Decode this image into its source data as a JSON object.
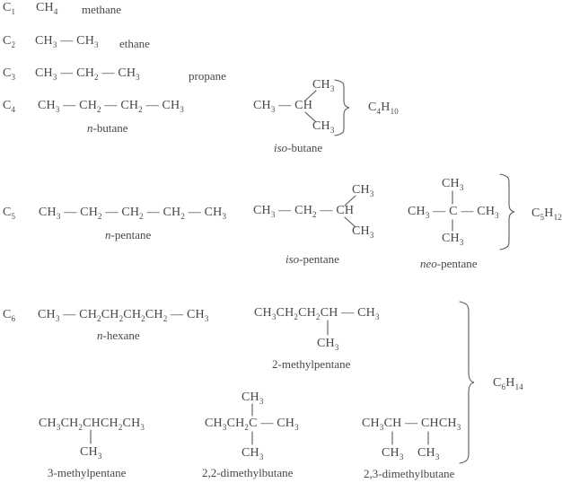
{
  "colors": {
    "text": "#474747",
    "bond": "#5a5a5a"
  },
  "rows": {
    "c1": {
      "index": "C1",
      "formula": "CH4",
      "name": "methane"
    },
    "c2": {
      "index": "C2",
      "formula": "CH3 — CH3",
      "name": "ethane"
    },
    "c3": {
      "index": "C3",
      "formula": "CH3 — CH2 — CH3",
      "name": "propane"
    },
    "c4": {
      "index": "C4",
      "group_formula": "C4H10",
      "n": {
        "formula": "CH3 — CH2 — CH2 — CH3",
        "name_prefix": "n",
        "name_rest": "-butane"
      },
      "iso": {
        "chain": "CH3 — CH",
        "branch_up": "CH3",
        "branch_down": "CH3",
        "name_prefix": "iso",
        "name_rest": "-butane"
      }
    },
    "c5": {
      "index": "C5",
      "group_formula": "C5H12",
      "n": {
        "formula": "CH3 — CH2 — CH2 — CH2 — CH3",
        "name_prefix": "n",
        "name_rest": "-pentane"
      },
      "iso": {
        "chain": "CH3 — CH2 — CH",
        "branch_up": "CH3",
        "branch_down": "CH3",
        "name_prefix": "iso",
        "name_rest": "-pentane"
      },
      "neo": {
        "chain": "CH3 — C — CH3",
        "branch_up": "CH3",
        "branch_down": "CH3",
        "name_prefix": "neo",
        "name_rest": "-pentane"
      }
    },
    "c6": {
      "index": "C6",
      "group_formula": "C6H14",
      "n": {
        "formula": "CH3 — CH2CH2CH2CH2 — CH3",
        "name_prefix": "n",
        "name_rest": "-hexane"
      },
      "methyl2": {
        "chain": "CH3CH2CH2CH — CH3",
        "branch_down": "CH3",
        "name": "2-methylpentane"
      },
      "methyl3": {
        "chain": "CH3CH2CHCH2CH3",
        "branch_down": "CH3",
        "name": "3-methylpentane"
      },
      "dimethyl22": {
        "chain": "CH3CH2C — CH3",
        "branch_up": "CH3",
        "branch_down": "CH3",
        "name": "2,2-dimethylbutane"
      },
      "dimethyl23": {
        "chain": "CH3CH — CHCH3",
        "branch_down_left": "CH3",
        "branch_down_right": "CH3",
        "name": "2,3-dimethylbutane"
      }
    }
  }
}
